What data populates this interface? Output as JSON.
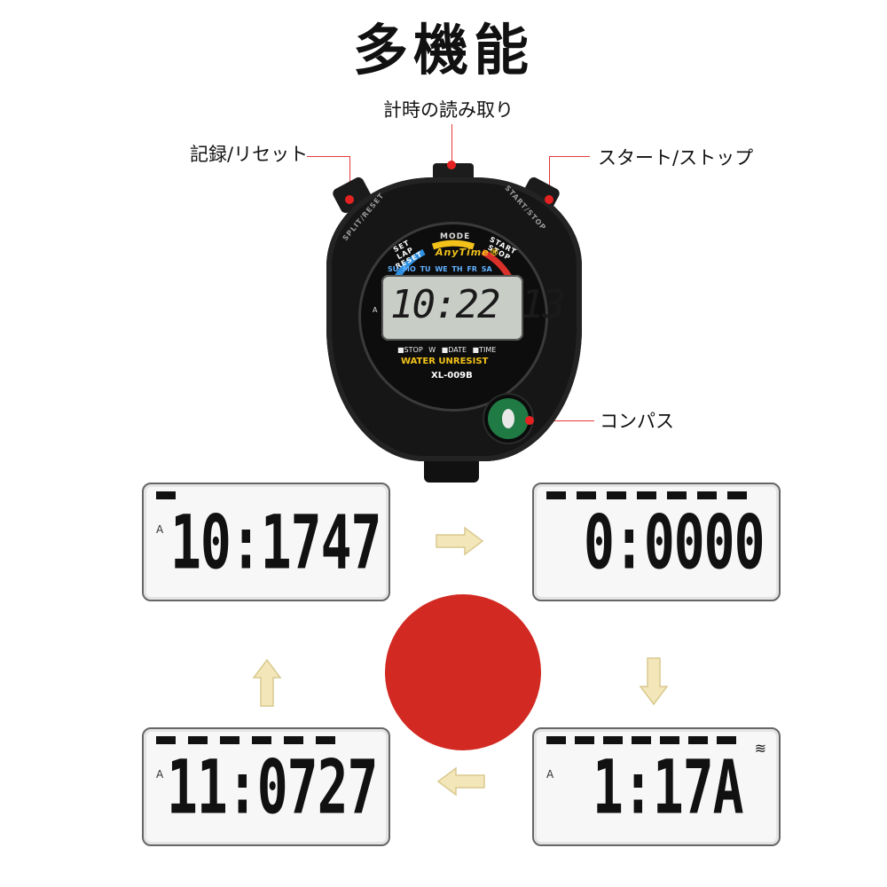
{
  "title": "多機能",
  "callouts": {
    "read_time": "計時の読み取り",
    "record_reset": "記録/リセット",
    "start_stop": "スタート/ストップ",
    "compass": "コンパス"
  },
  "watch": {
    "split_reset_rim": "SPLIT/RESET",
    "start_stop_rim": "START/STOP",
    "mode": "MODE",
    "set_lap_reset": "SET LAP RESET",
    "start_stop_face": "START STOP",
    "brand": "AnyTime®",
    "days": "SU MO TU WE TH FR SA",
    "lcd_indicator": "A",
    "lcd_time": "10:22 13",
    "legend": "■STOP W ■DATE ■TIME",
    "water": "WATER UNRESIST",
    "model": "XL-009B",
    "colors": {
      "case": "#161616",
      "accent_yellow": "#f2c21a",
      "accent_blue": "#2f8fe0",
      "accent_red": "#d9302a",
      "compass": "#1f7a44"
    }
  },
  "panels": [
    {
      "id": "top-left",
      "indicator": "A",
      "digits": "10:1747",
      "dashes": 1,
      "signal": ""
    },
    {
      "id": "top-right",
      "indicator": "",
      "digits": "0:0000",
      "dashes": 7,
      "signal": ""
    },
    {
      "id": "bottom-right",
      "indicator": "A",
      "digits": "1:17A",
      "dashes": 7,
      "signal": "≋"
    },
    {
      "id": "bottom-left",
      "indicator": "A",
      "digits": "11:0727",
      "dashes": 6,
      "signal": ""
    }
  ],
  "flow": {
    "arrow_color": "#f3e6b8",
    "center_disc_color": "#d22a22",
    "directions": [
      "right",
      "down",
      "left",
      "up"
    ]
  }
}
